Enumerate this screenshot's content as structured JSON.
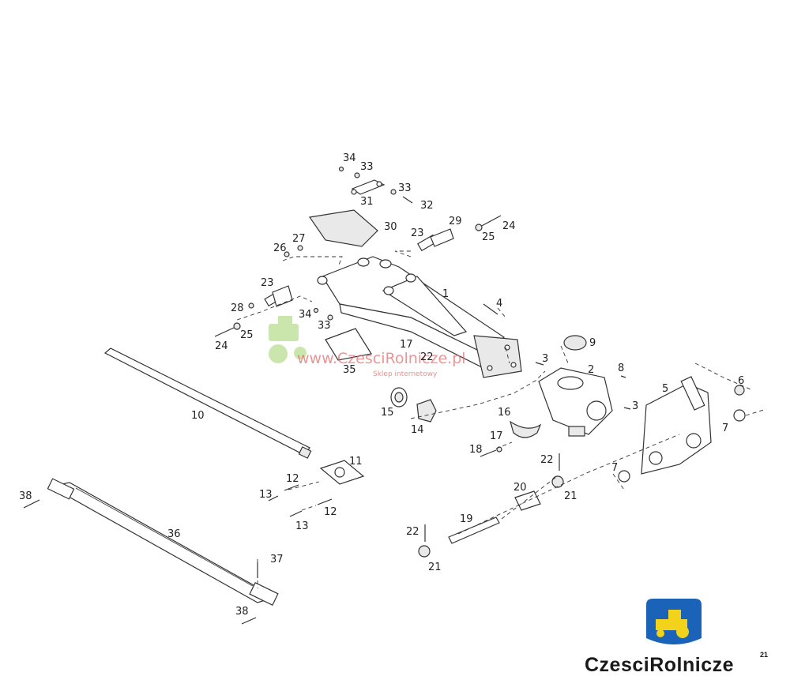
{
  "callouts": {
    "c1": "1",
    "c2": "2",
    "c3a": "3",
    "c3b": "3",
    "c4": "4",
    "c5": "5",
    "c6": "6",
    "c7a": "7",
    "c7b": "7",
    "c8": "8",
    "c9": "9",
    "c10": "10",
    "c11": "11",
    "c12a": "12",
    "c12b": "12",
    "c13a": "13",
    "c13b": "13",
    "c14": "14",
    "c15": "15",
    "c16": "16",
    "c17a": "17",
    "c17b": "17",
    "c18": "18",
    "c19": "19",
    "c20": "20",
    "c21a": "21",
    "c21b": "21",
    "c22a": "22",
    "c22b": "22",
    "c22c": "22",
    "c23a": "23",
    "c23b": "23",
    "c24a": "24",
    "c24b": "24",
    "c25a": "25",
    "c25b": "25",
    "c26": "26",
    "c27": "27",
    "c28": "28",
    "c29": "29",
    "c30": "30",
    "c31": "31",
    "c32": "32",
    "c33a": "33",
    "c33b": "33",
    "c33c": "33",
    "c34a": "34",
    "c34b": "34",
    "c35": "35",
    "c36": "36",
    "c37": "37",
    "c38a": "38",
    "c38b": "38"
  },
  "watermark": {
    "site": "www.CzesciRolnicze.pl",
    "tagline": "Sklep internetowy"
  },
  "logo": {
    "wordmark": "CzesciRolnicze",
    "superscript": "21",
    "badge_color": "#1a63b8",
    "tractor_color": "#f2d21b"
  }
}
